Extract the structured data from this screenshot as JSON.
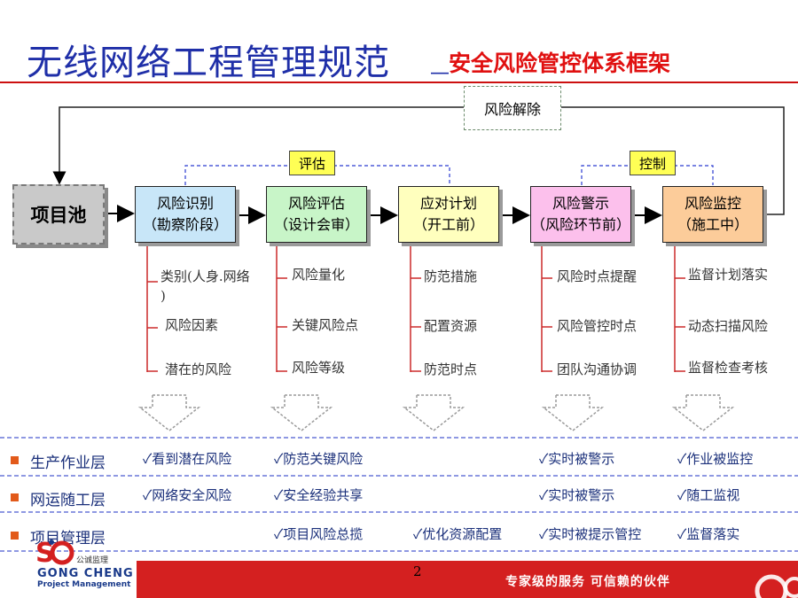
{
  "header": {
    "title": "无线网络工程管理规范",
    "separator": "_",
    "subtitle": "安全风险管控体系框架"
  },
  "diagram": {
    "release_label": "风险解除",
    "tags": {
      "assess": "评估",
      "control": "控制"
    },
    "pool_label": "项目池",
    "stages": [
      {
        "line1": "风险识别",
        "line2": "（勘察阶段）",
        "color": "#c8e6f8",
        "subs": [
          "类别(人身.网络",
          ")",
          "风险因素",
          "潜在的风险"
        ]
      },
      {
        "line1": "风险评估",
        "line2": "（设计会审）",
        "color": "#c8f5c8",
        "subs": [
          "风险量化",
          "关键风险点",
          "风险等级"
        ]
      },
      {
        "line1": "应对计划",
        "line2": "（开工前）",
        "color": "#ffffbe",
        "subs": [
          "防范措施",
          "配置资源",
          "防范时点"
        ]
      },
      {
        "line1": "风险警示",
        "line2": "（风险环节前）",
        "color": "#fcc0ec",
        "subs": [
          "风险时点提醒",
          "风险管控时点",
          "团队沟通协调"
        ]
      },
      {
        "line1": "风险监控",
        "line2": "（施工中）",
        "color": "#fccc9a",
        "subs": [
          "监督计划落实",
          "动态扫描风险",
          "监督检查考核"
        ]
      }
    ]
  },
  "layers": [
    {
      "label": "生产作业层",
      "items": [
        "✓看到潜在风险",
        "✓防范关键风险",
        "",
        "✓实时被警示",
        "✓作业被监控"
      ]
    },
    {
      "label": "网运随工层",
      "items": [
        "✓网络安全风险",
        "✓安全经验共享",
        "",
        "✓实时被警示",
        "✓随工监视"
      ]
    },
    {
      "label": "项目管理层",
      "items": [
        "",
        "✓项目风险总揽",
        "✓优化资源配置",
        "✓实时被提示管控",
        "✓监督落实"
      ]
    }
  ],
  "footer": {
    "page_number": "2",
    "slogan": "专家级的服务  可信赖的伙伴",
    "logo_name": "GONG CHENG",
    "logo_tagline": "Project Management",
    "logo_cn": "公诚监理"
  },
  "colors": {
    "accent": "#e01010",
    "title": "#1f2fa8",
    "footer": "#d42020"
  }
}
